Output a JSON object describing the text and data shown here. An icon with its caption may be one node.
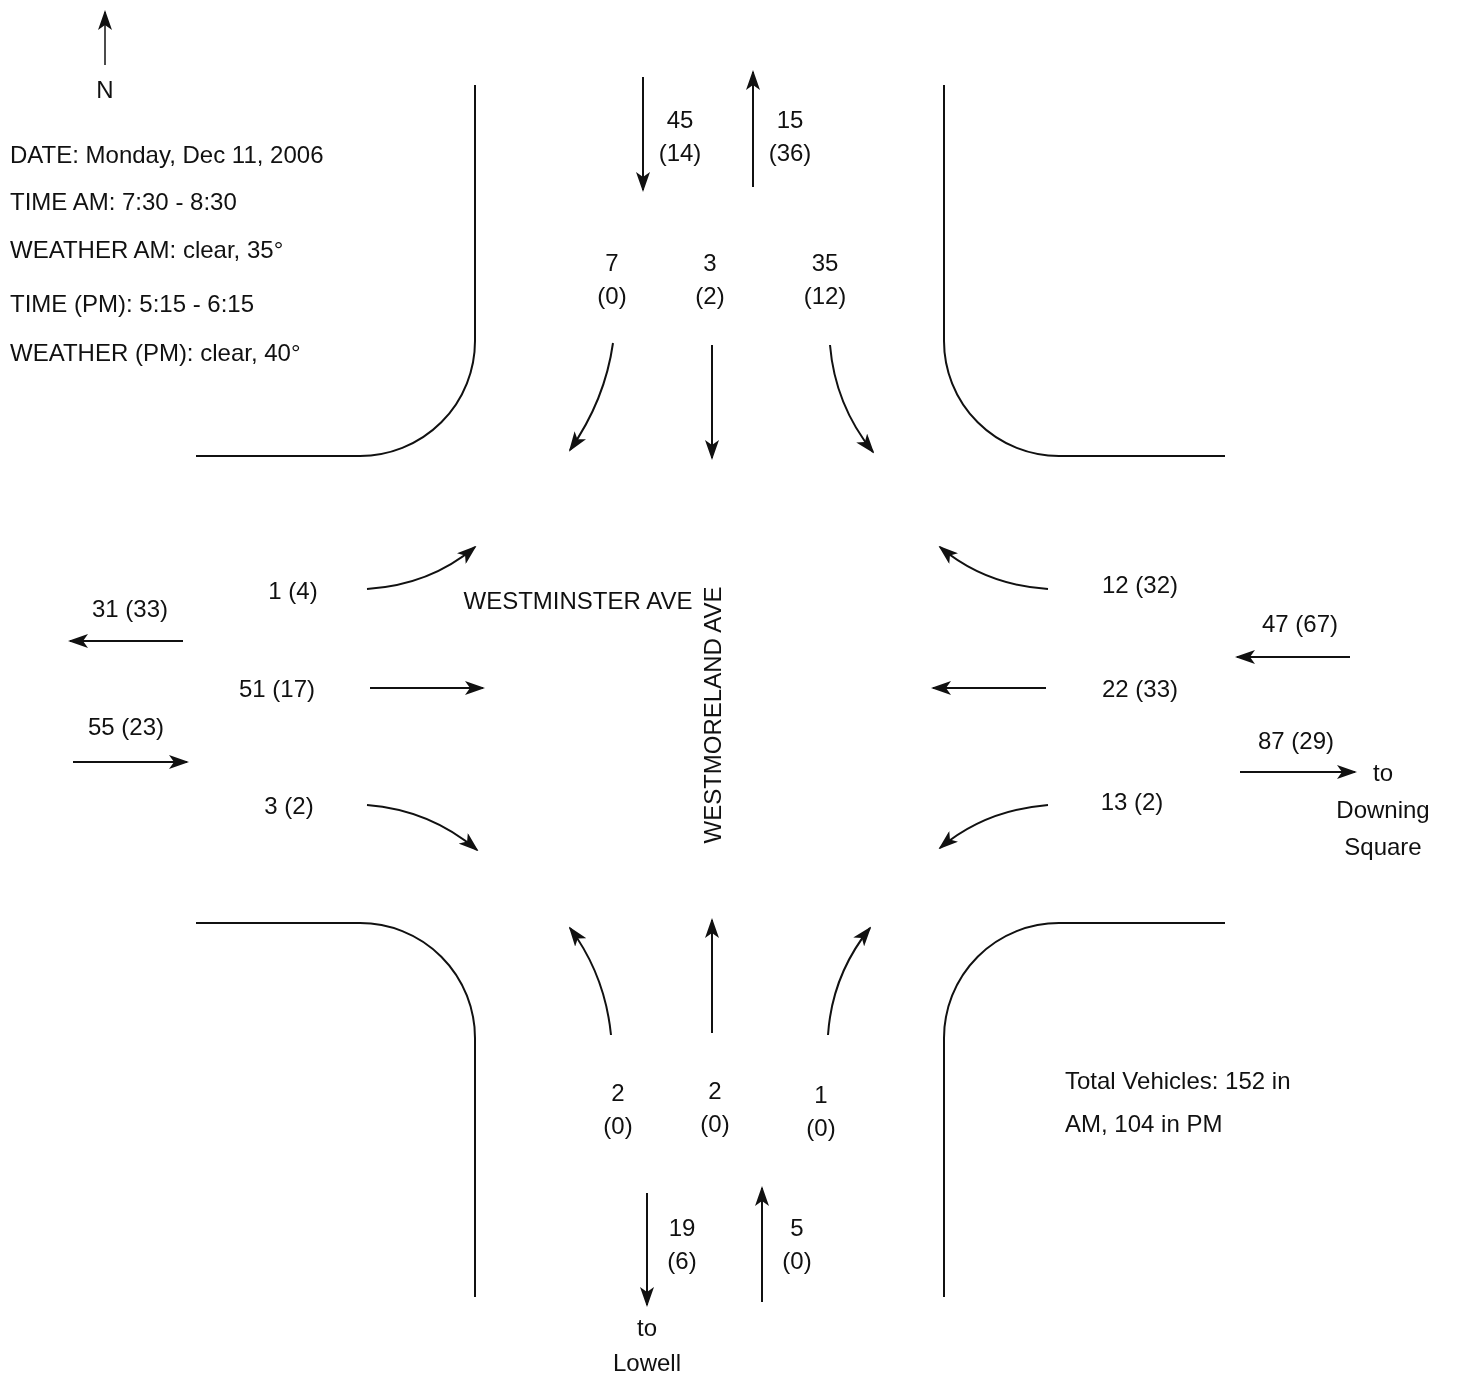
{
  "diagram": {
    "labels": [
      "N",
      "DATE: Monday, Dec 11, 2006",
      "TIME AM: 7:30 - 8:30",
      "WEATHER AM: clear, 35°",
      "TIME (PM): 5:15 - 6:15",
      "WEATHER (PM): clear, 40°",
      "45 (14)",
      "15 (36)",
      "7 (0)",
      "3 (2)",
      "35 (12)",
      "WESTMORELAND AVE",
      "1 (4)",
      "WESTMINSTER AVE",
      "12 (32)",
      "31 (33)",
      "47 (67)",
      "51 (17)",
      "22 (33)",
      "55 (23)",
      "87 (29)",
      "to Downing Square",
      "3 (2)",
      "13 (2)",
      "2 (0)",
      "2 (0)",
      "1 (0)",
      "Total Vehicles: 152 in AM, 104 in PM",
      "19 (6)",
      "5 (0)",
      "to Lowell"
    ]
  }
}
